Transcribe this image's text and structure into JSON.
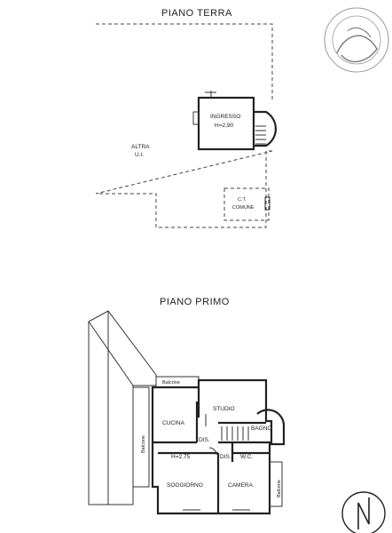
{
  "ground_floor": {
    "title": "PIANO TERRA",
    "other_unit": [
      "ALTRA",
      "U.I."
    ],
    "entrance": {
      "name": "INGRESSO",
      "height": "H=2,90"
    },
    "boiler_room": [
      "C.T.",
      "COMUNE"
    ]
  },
  "first_floor": {
    "title": "PIANO PRIMO",
    "rooms": {
      "balcone_top": "Balcone",
      "balcone_left": "Balcone",
      "balcone_right": "Balcone",
      "studio": "STUDIO",
      "cucina": "CUCINA",
      "dis_1": "DIS.",
      "dis_2": "DIS.",
      "bagno": "BAGNO",
      "height": "H=2,75",
      "wc": "W.C.",
      "soggiorno": "SOGGIORNO",
      "camera": "CAMERA"
    }
  },
  "colors": {
    "line": "#222222",
    "stamp": "#777777"
  }
}
